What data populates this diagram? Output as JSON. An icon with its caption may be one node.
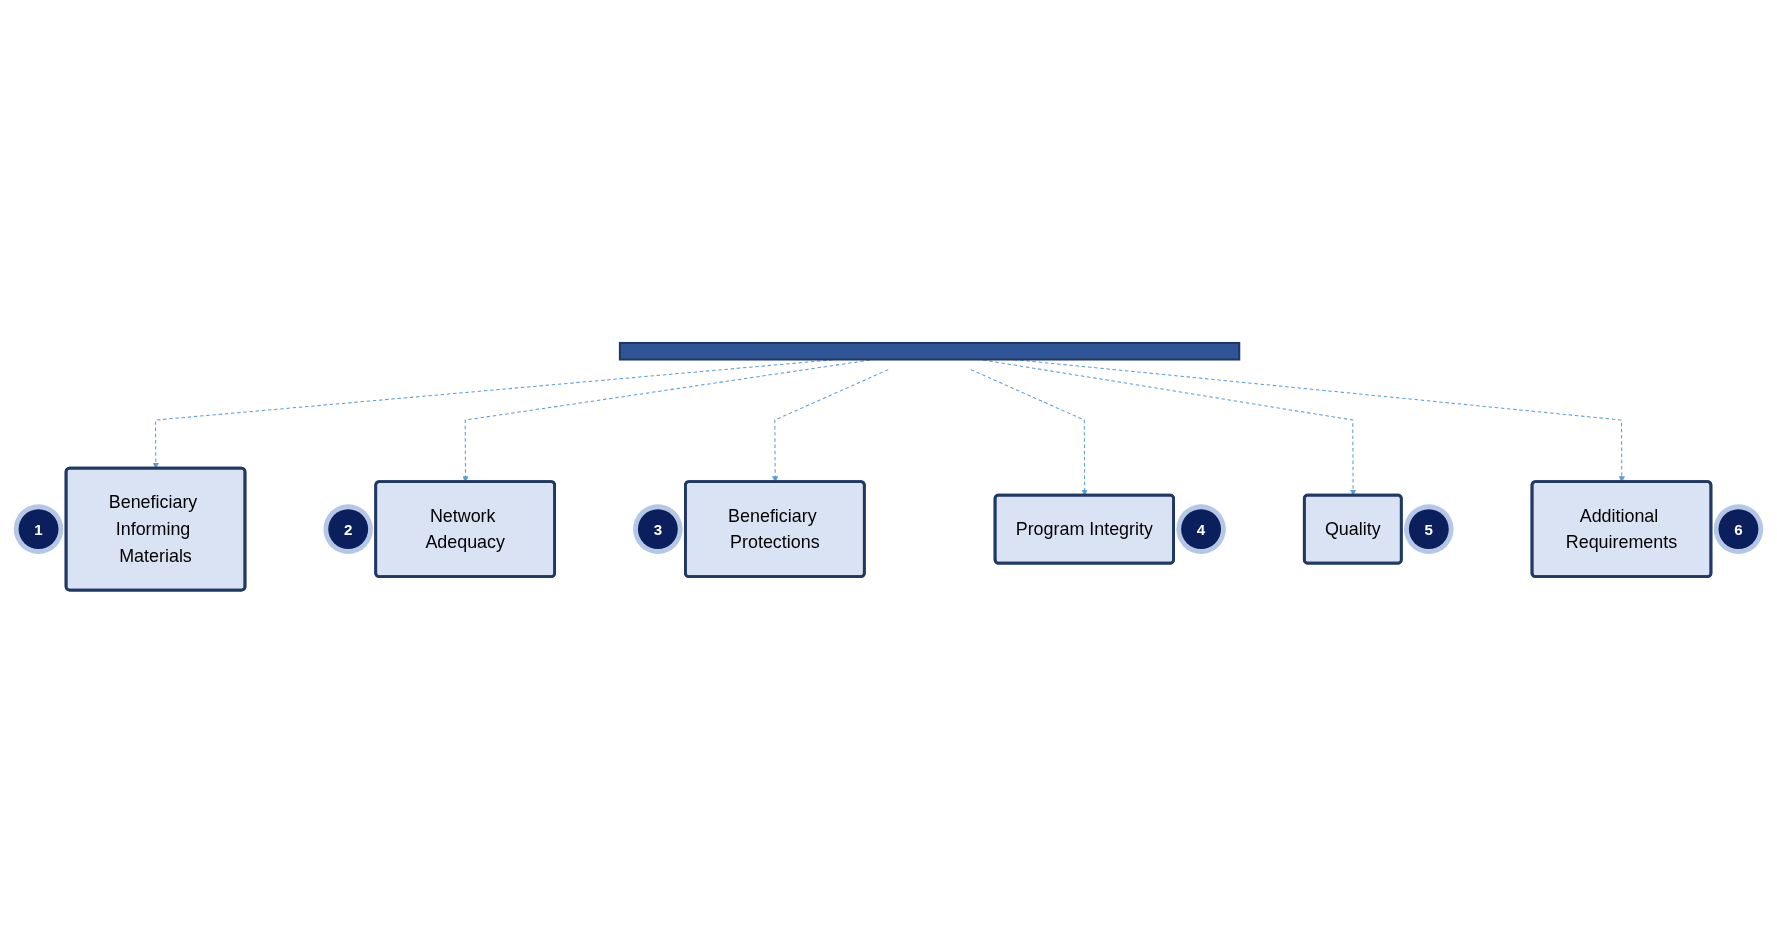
{
  "diagram": {
    "nodes": [
      {
        "text": [],
        "shape": "bar"
      },
      {
        "text": [
          "Beneficiary Informing Materials"
        ],
        "beside": [
          "1"
        ]
      },
      {
        "text": [
          "Network Adequacy"
        ],
        "beside": [
          "2"
        ]
      },
      {
        "text": [
          "Beneficiary Protections"
        ],
        "beside": [
          "3"
        ]
      },
      {
        "text": [
          "Program Integrity"
        ],
        "beside": [
          "4"
        ]
      },
      {
        "text": [
          "Quality"
        ],
        "beside": [
          "5"
        ]
      },
      {
        "text": [
          "Additional Requirements"
        ],
        "beside": [
          "6"
        ]
      }
    ],
    "edges": [
      {
        "from": 0,
        "to": 1,
        "arrow": "to",
        "style": "dashed"
      },
      {
        "from": 0,
        "to": 2,
        "arrow": "to",
        "style": "dashed"
      },
      {
        "from": 0,
        "to": 3,
        "arrow": "to",
        "style": "dashed"
      },
      {
        "from": 0,
        "to": 4,
        "arrow": "to",
        "style": "dashed"
      },
      {
        "from": 0,
        "to": 5,
        "arrow": "to",
        "style": "dashed"
      },
      {
        "from": 0,
        "to": 6,
        "arrow": "to",
        "style": "dashed"
      }
    ]
  }
}
